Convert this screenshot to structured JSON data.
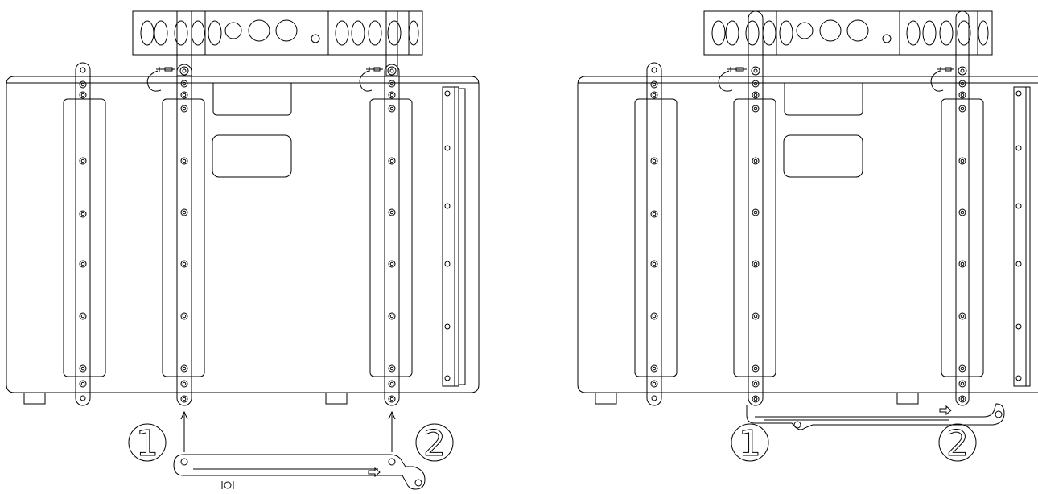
{
  "diagrams": [
    {
      "name": "step-insert-bracket",
      "callouts": [
        "1",
        "2"
      ]
    },
    {
      "name": "step-bracket-attached",
      "callouts": [
        "1",
        "2"
      ]
    }
  ],
  "colors": {
    "line": "#000000",
    "background": "#ffffff"
  }
}
